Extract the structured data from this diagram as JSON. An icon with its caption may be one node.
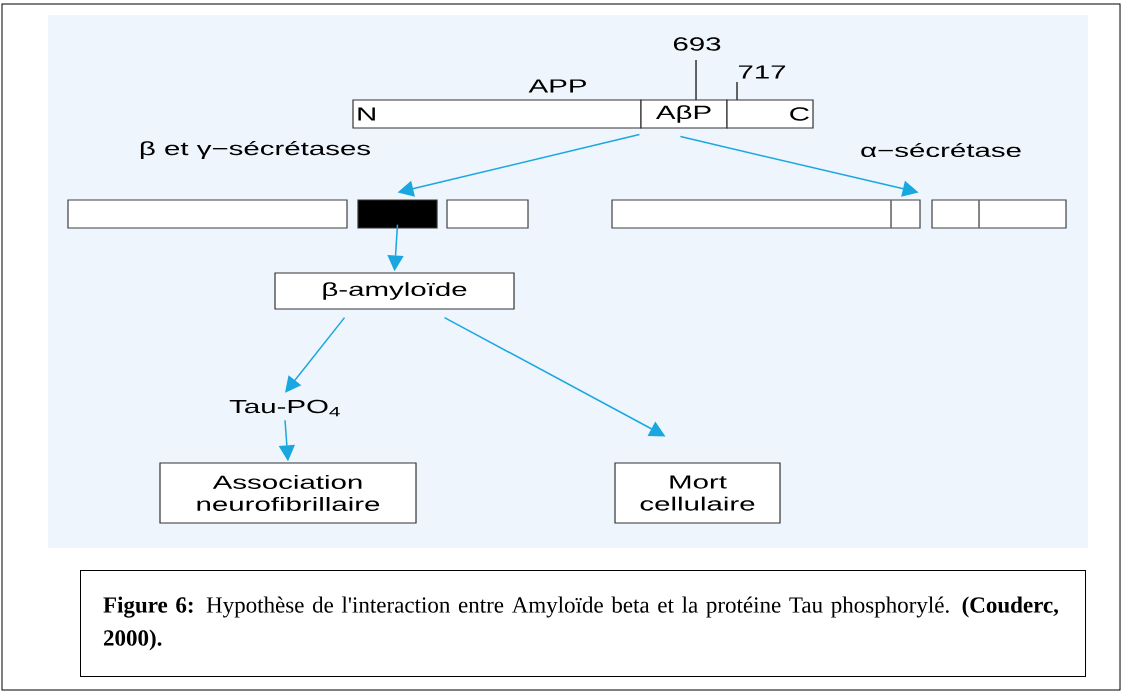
{
  "diagram": {
    "caption": "**Figure 6:** Hypothèse de l'interaction entre Amyloïde beta et la protéine Tau phosphorylé. **(Couderc, 2000).**",
    "nodes": [
      {
        "text": [
          "N"
        ]
      },
      {
        "text": [
          "AβP"
        ]
      },
      {
        "text": [
          "C"
        ]
      },
      {
        "text": [],
        "shape": "bar"
      },
      {
        "text": [],
        "shape": "bar"
      },
      {
        "text": [],
        "shape": "bar"
      },
      {
        "text": [],
        "shape": "bar"
      },
      {
        "text": [],
        "shape": "bar"
      },
      {
        "text": [
          "β-amyloïde"
        ]
      },
      {
        "text": [
          "Tau-PO$_{4}$"
        ]
      },
      {
        "text": [
          "Association neurofibrillaire"
        ]
      },
      {
        "text": [
          "Mort cellulaire"
        ]
      }
    ],
    "edges": [
      {
        "from": 1,
        "to": 4,
        "arrow": "to"
      },
      {
        "from": 1,
        "to": 6,
        "arrow": "to"
      },
      {
        "from": 4,
        "to": 8,
        "arrow": "to"
      },
      {
        "from": 8,
        "to": 9,
        "arrow": "to"
      },
      {
        "from": 9,
        "to": 10,
        "arrow": "to"
      },
      {
        "from": 8,
        "to": 11,
        "arrow": "to"
      }
    ],
    "labels": [
      "693",
      "APP",
      "717",
      "β et γ−sécrétases",
      "α−sécrétase"
    ]
  }
}
